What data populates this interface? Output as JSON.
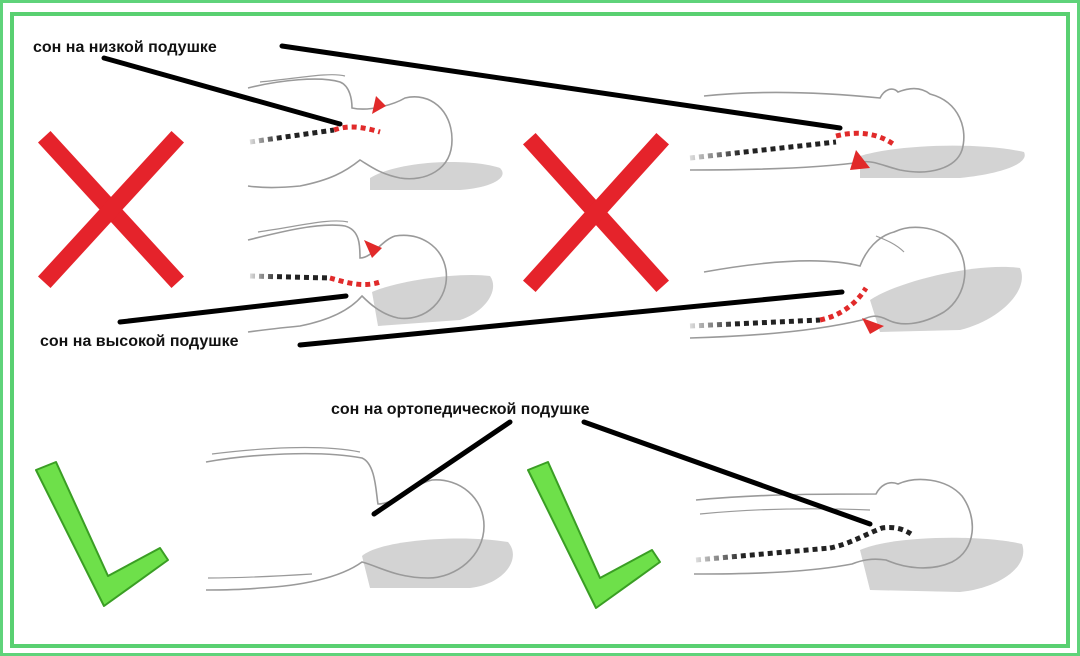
{
  "labels": {
    "low_pillow": "сон на низкой подушке",
    "high_pillow": "сон на высокой подушке",
    "ortho_pillow": "сон на ортопедической подушке"
  },
  "marks": {
    "wrong_icon": "red-cross-icon",
    "right_icon": "green-check-icon"
  },
  "colors": {
    "border": "#59d071",
    "cross": "#e5232b",
    "check": "#5fd83f",
    "pillow": "#d3d3d3",
    "spine_dark": "#222222",
    "spine_red": "#e12a2a",
    "outline": "#9a9a9a"
  }
}
